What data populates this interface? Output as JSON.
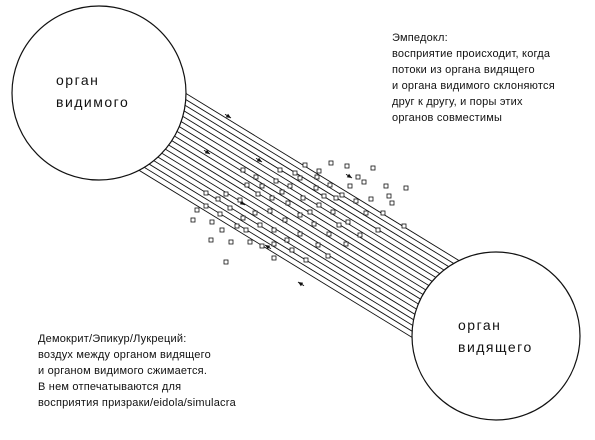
{
  "circles": {
    "seen_organ": {
      "lines": [
        "орган",
        "видимого"
      ]
    },
    "seeing_organ": {
      "lines": [
        "орган",
        "видящего"
      ]
    }
  },
  "notes": {
    "empedocles": [
      "Эмпедокл:",
      "восприятие происходит, когда",
      "потоки из органа видящего",
      "и органа видимого склоняются",
      "друг к другу, и поры этих",
      "органов совместимы"
    ],
    "democritus": [
      "Демокрит/Эпикур/Лукреций:",
      "воздух между органом видящего",
      "и органом видимого сжимается.",
      "В нем отпечатываются для",
      "восприятия призраки/eidola/simulacra"
    ]
  }
}
